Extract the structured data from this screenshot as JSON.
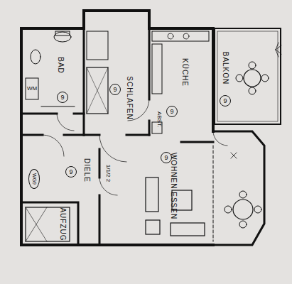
{
  "diagram": {
    "nodes": [
      {
        "text": [
          "BAD"
        ]
      },
      {
        "text": [
          "9"
        ],
        "in": 0
      },
      {
        "text": [
          "SCHLAFEN"
        ]
      },
      {
        "text": [
          "9"
        ],
        "in": 2
      },
      {
        "text": [
          "KÜCHE"
        ]
      },
      {
        "text": [
          "9"
        ],
        "in": 4
      },
      {
        "text": [
          "BALKON"
        ]
      },
      {
        "text": [
          "9"
        ],
        "in": 6
      },
      {
        "text": [
          "DIELE"
        ]
      },
      {
        "text": [
          "9"
        ],
        "in": 8
      },
      {
        "text": [
          "WG9"
        ],
        "in": 8
      },
      {
        "text": [
          "WOHNEN ESSEN"
        ]
      },
      {
        "text": [
          "9"
        ],
        "in": 11
      },
      {
        "text": [
          "AUFZUG"
        ]
      }
    ],
    "edges": [],
    "labels": [
      "WM",
      "ABST.",
      "1/1/2 2"
    ]
  }
}
